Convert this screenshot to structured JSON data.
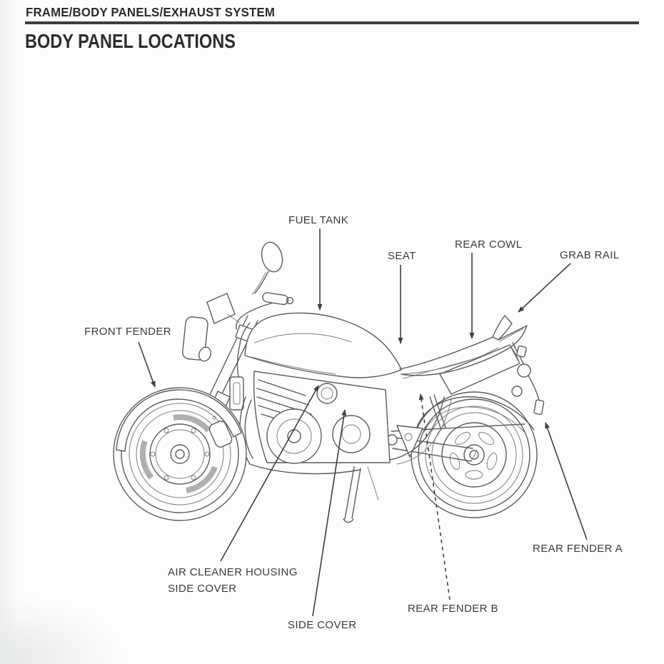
{
  "page": {
    "header": "FRAME/BODY PANELS/EXHAUST SYSTEM",
    "title": "BODY PANEL LOCATIONS"
  },
  "diagram": {
    "subject": "motorcycle-side-view-line-drawing",
    "labels": {
      "fuel_tank": "FUEL TANK",
      "seat": "SEAT",
      "rear_cowl": "REAR COWL",
      "grab_rail": "GRAB RAIL",
      "front_fender": "FRONT FENDER",
      "air_cleaner_housing_side_cover": "AIR CLEANER HOUSING\nSIDE COVER",
      "side_cover": "SIDE COVER",
      "rear_fender_b": "REAR FENDER B",
      "rear_fender_a": "REAR FENDER A"
    },
    "colors": {
      "ink": "#2d2d2d",
      "label_text": "#3b3b3b",
      "line_art": "#5c5c5c",
      "leader_lines": "#3f3f3f",
      "header_rule": "#3e3e3e",
      "background": "#fdfdfc"
    }
  }
}
